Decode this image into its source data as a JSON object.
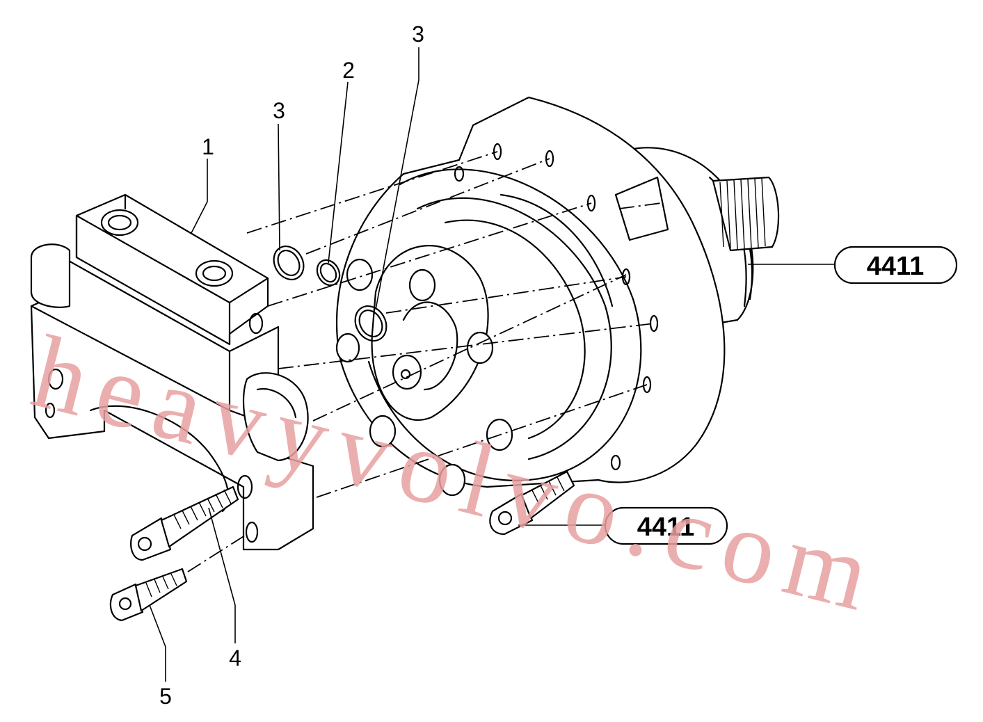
{
  "callouts": {
    "c1": "1",
    "c2": "2",
    "c3a": "3",
    "c3b": "3",
    "c4": "4",
    "c5": "5"
  },
  "references": {
    "ref_top": "4411",
    "ref_bottom": "4411"
  },
  "watermark": "heavyvolvo.com",
  "colors": {
    "line": "#000000",
    "watermark": "#e8a0a0",
    "background": "#ffffff"
  }
}
